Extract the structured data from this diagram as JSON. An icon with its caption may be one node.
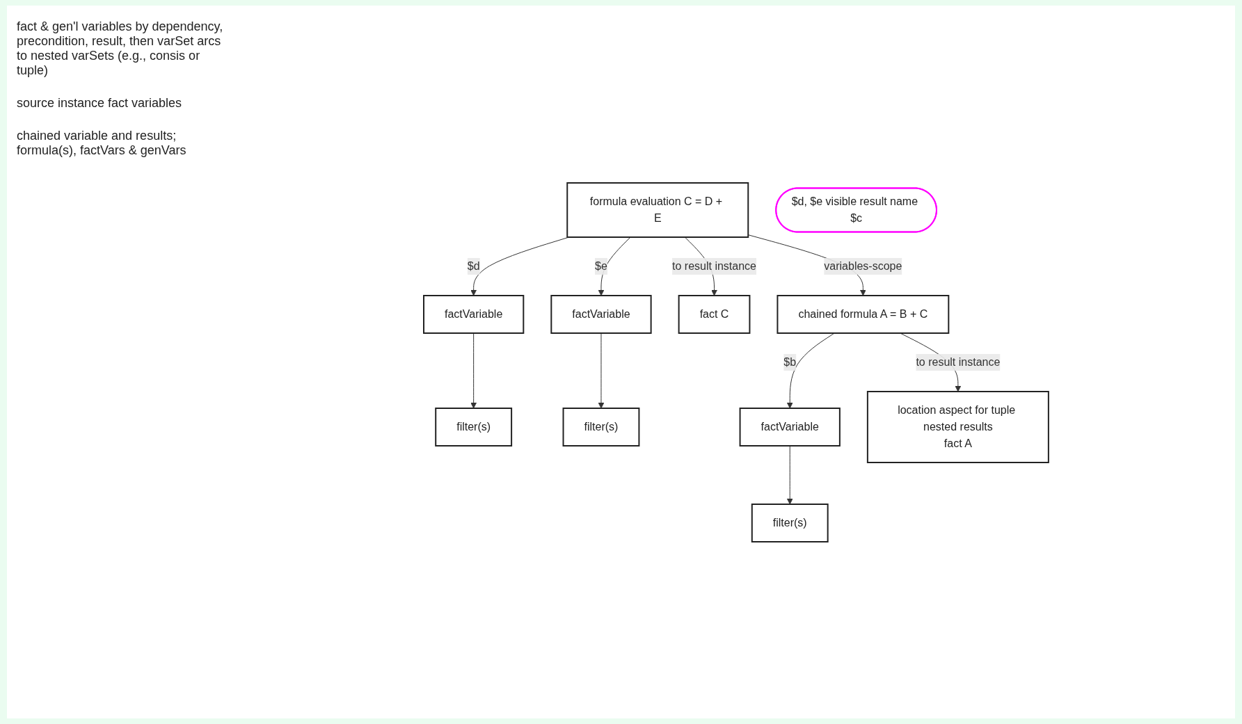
{
  "diagram": {
    "nodes": [
      {
        "text": [
          "formula evaluation C = D + E"
        ]
      },
      {
        "text": [
          "filter(s)"
        ]
      },
      {
        "text": [
          "factVariable"
        ]
      },
      {
        "text": [
          "filter(s)"
        ]
      },
      {
        "text": [
          "factVariable"
        ]
      },
      {
        "text": [
          "fact C"
        ]
      },
      {
        "text": [
          "$d, $e visible result name $c"
        ]
      },
      {
        "text": [
          "chained formula A = B + C"
        ]
      },
      {
        "text": [
          "filter(s)"
        ]
      },
      {
        "text": [
          "factVariable"
        ]
      },
      {
        "text": [
          "location aspect for tuple nested results",
          "fact A"
        ]
      }
    ],
    "edges": [
      {
        "from": 0,
        "to": 2,
        "arrow": "to",
        "label": "$d"
      },
      {
        "from": 0,
        "to": 4,
        "arrow": "to",
        "label": "$e"
      },
      {
        "from": 2,
        "to": 1,
        "arrow": "to"
      },
      {
        "from": 4,
        "to": 3,
        "arrow": "to"
      },
      {
        "from": 0,
        "to": 5,
        "arrow": "to",
        "label": "to result instance"
      },
      {
        "from": 0,
        "to": 7,
        "arrow": "to",
        "label": "variables-scope"
      },
      {
        "from": 7,
        "to": 10,
        "arrow": "to",
        "label": "to result instance"
      },
      {
        "from": 7,
        "to": 9,
        "arrow": "to",
        "label": "$b"
      },
      {
        "from": 9,
        "to": 8,
        "arrow": "to"
      }
    ],
    "labels": [
      "fact & gen'l variables by dependency, precondition, result, then varSet arcs to nested varSets (e.g., consis or tuple)",
      "source instance fact variables",
      "chained variable and results; formula(s), factVars & genVars"
    ]
  }
}
